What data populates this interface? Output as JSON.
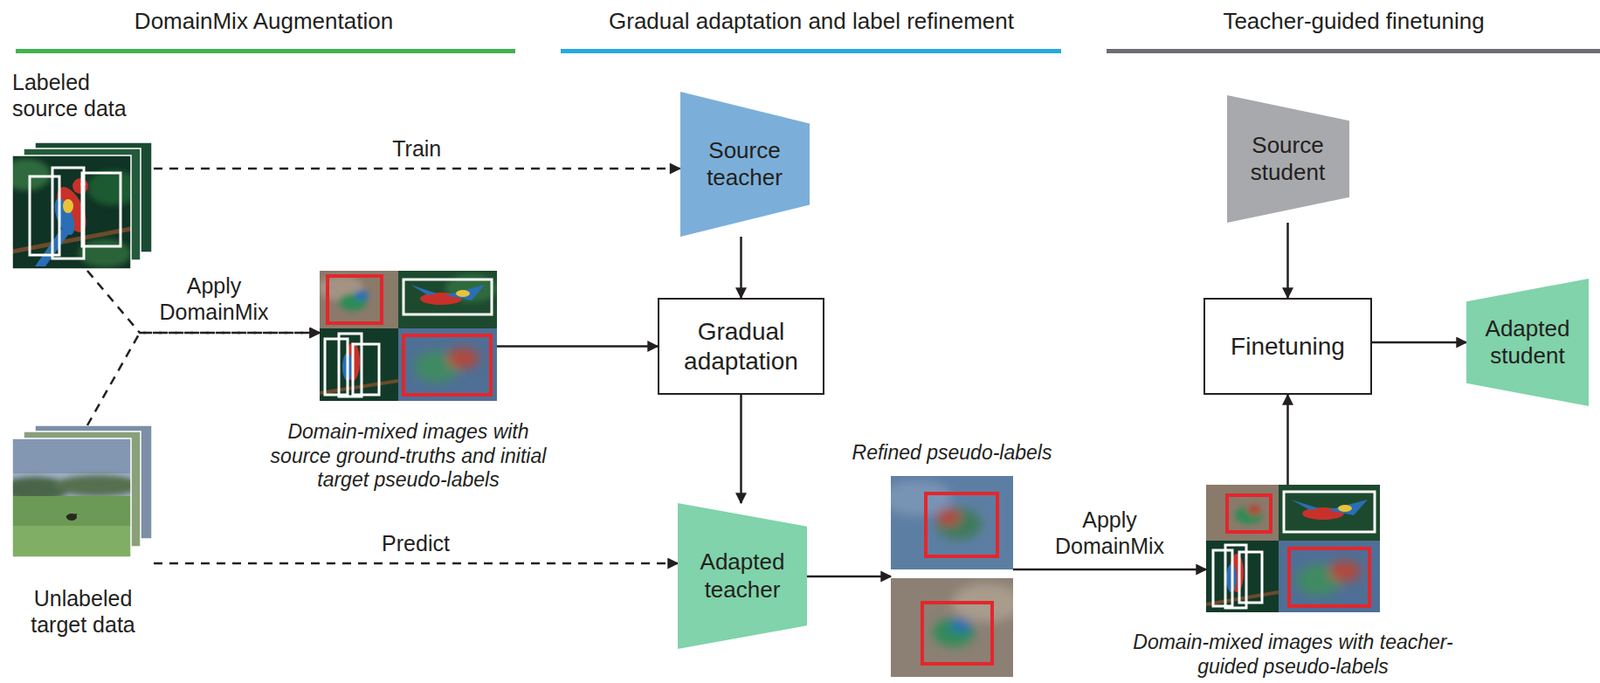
{
  "diagram": {
    "nodes": [
      {
        "text": [
          "Labeled source data"
        ]
      },
      {
        "text": [
          "Source teacher"
        ]
      },
      {
        "text": [
          "Domain-mixed images with source ground-truths and initial target pseudo-labels"
        ]
      },
      {
        "text": [
          "Gradual adaptation"
        ]
      },
      {
        "text": [
          "Unlabeled target data"
        ]
      },
      {
        "text": [
          "Adapted teacher"
        ]
      },
      {
        "text": [
          "Refined pseudo-labels"
        ]
      },
      {
        "text": [
          "Source student"
        ]
      },
      {
        "text": [
          "Finetuning"
        ]
      },
      {
        "text": [
          "Adapted student"
        ]
      },
      {
        "text": [
          "Domain-mixed images with teacher-guided pseudo-labels"
        ]
      }
    ],
    "edges": [
      {
        "from": 0,
        "to": 1,
        "label": "Train",
        "arrow": "to"
      },
      {
        "from": 0,
        "to": 2,
        "label": "Apply DomainMix",
        "arrow": "to"
      },
      {
        "from": 4,
        "to": 2,
        "arrow": "to"
      },
      {
        "from": 2,
        "to": 3,
        "arrow": "to"
      },
      {
        "from": 1,
        "to": 3,
        "arrow": "to"
      },
      {
        "from": 3,
        "to": 5,
        "arrow": "to"
      },
      {
        "from": 4,
        "to": 5,
        "label": "Predict",
        "arrow": "to"
      },
      {
        "from": 5,
        "to": 6,
        "arrow": "to"
      },
      {
        "from": 6,
        "to": 10,
        "label": "Apply DomainMix",
        "arrow": "to"
      },
      {
        "from": 10,
        "to": 8,
        "arrow": "to"
      },
      {
        "from": 7,
        "to": 8,
        "arrow": "to"
      },
      {
        "from": 8,
        "to": 9,
        "arrow": "to"
      }
    ],
    "labels": [
      "DomainMix Augmentation",
      "Gradual adaptation and label refinement",
      "Teacher-guided finetuning"
    ]
  }
}
